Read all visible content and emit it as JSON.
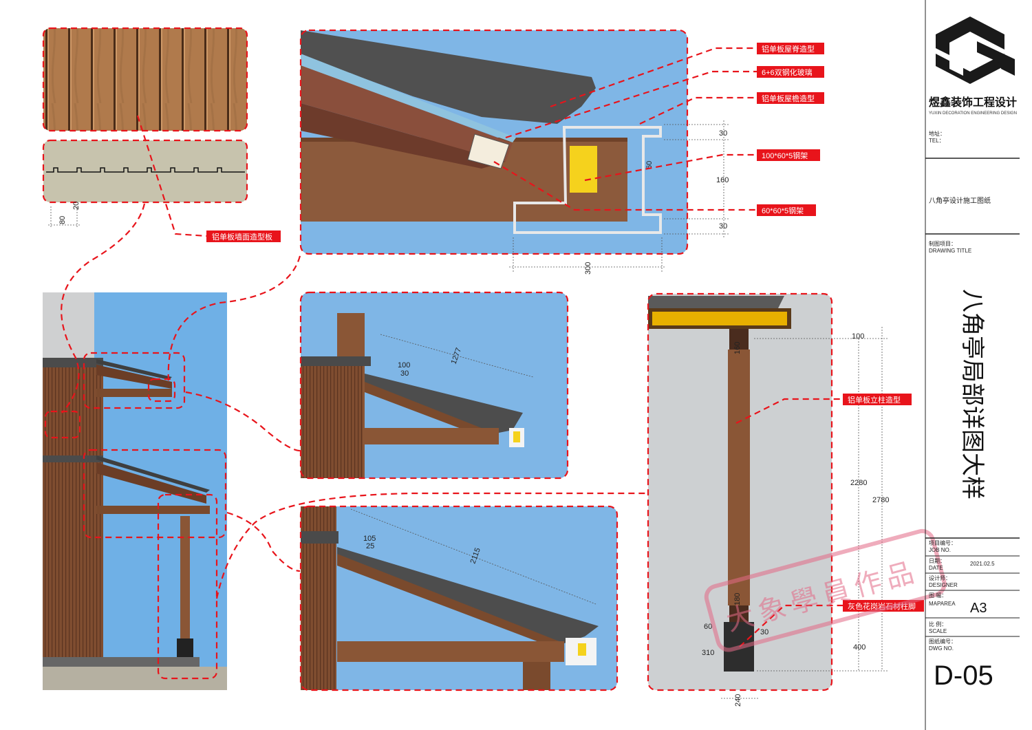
{
  "company": {
    "name": "煜鑫装饰工程设计",
    "subtitle": "YUXIN DECORATION ENGINEERING DESIGN"
  },
  "title_block": {
    "address_label": "地址：",
    "tel_label": "TEL：",
    "project_title": "八角亭设计施工图纸",
    "drawing_title_label_cn": "制图项目：",
    "drawing_title_label_en": "DRAWING TITLE",
    "drawing_title": "八角亭局部详图大样",
    "job_no_cn": "项目编号：",
    "job_no_en": "JOB NO.",
    "date_cn": "日期：",
    "date_en": "DATE",
    "date_value": "2021.02.5",
    "designer_cn": "设计师：",
    "designer_en": "DESIGNER",
    "maparea_cn": "图 幅：",
    "maparea_en": "MAPAREA",
    "maparea_value": "A3",
    "scale_cn": "比 例：",
    "scale_en": "SCALE",
    "dwgno_cn": "图纸编号：",
    "dwgno_en": "DWG NO.",
    "dwg_number": "D-05"
  },
  "stamp": {
    "text": "大象學員作品"
  },
  "callouts": {
    "wall_panel": "铝单板墙面造型板",
    "ridge": "铝单板屋脊造型",
    "glass": "6+6双钢化玻璃",
    "eave": "铝单板屋檐造型",
    "steel_100": "100*60*5钢架",
    "steel_60": "60*60*5钢架",
    "column": "铝单板立柱造型",
    "plinth": "灰色花岗岩石材柱脚"
  },
  "dimensions": {
    "panel_80": "80",
    "panel_20": "20",
    "sec_30_top": "30",
    "sec_160": "160",
    "sec_60": "60",
    "sec_30_bot": "30",
    "sec_300": "300",
    "roof1_100": "100",
    "roof1_30": "30",
    "roof1_1277": "1277",
    "roof2_105": "105",
    "roof2_25": "25",
    "roof2_2115": "2115",
    "col_100": "100",
    "col_160": "160",
    "col_2280": "2280",
    "col_2780": "2780",
    "col_180": "180",
    "col_60": "60",
    "col_30": "30",
    "col_310": "310",
    "col_400": "400",
    "col_240": "240"
  }
}
